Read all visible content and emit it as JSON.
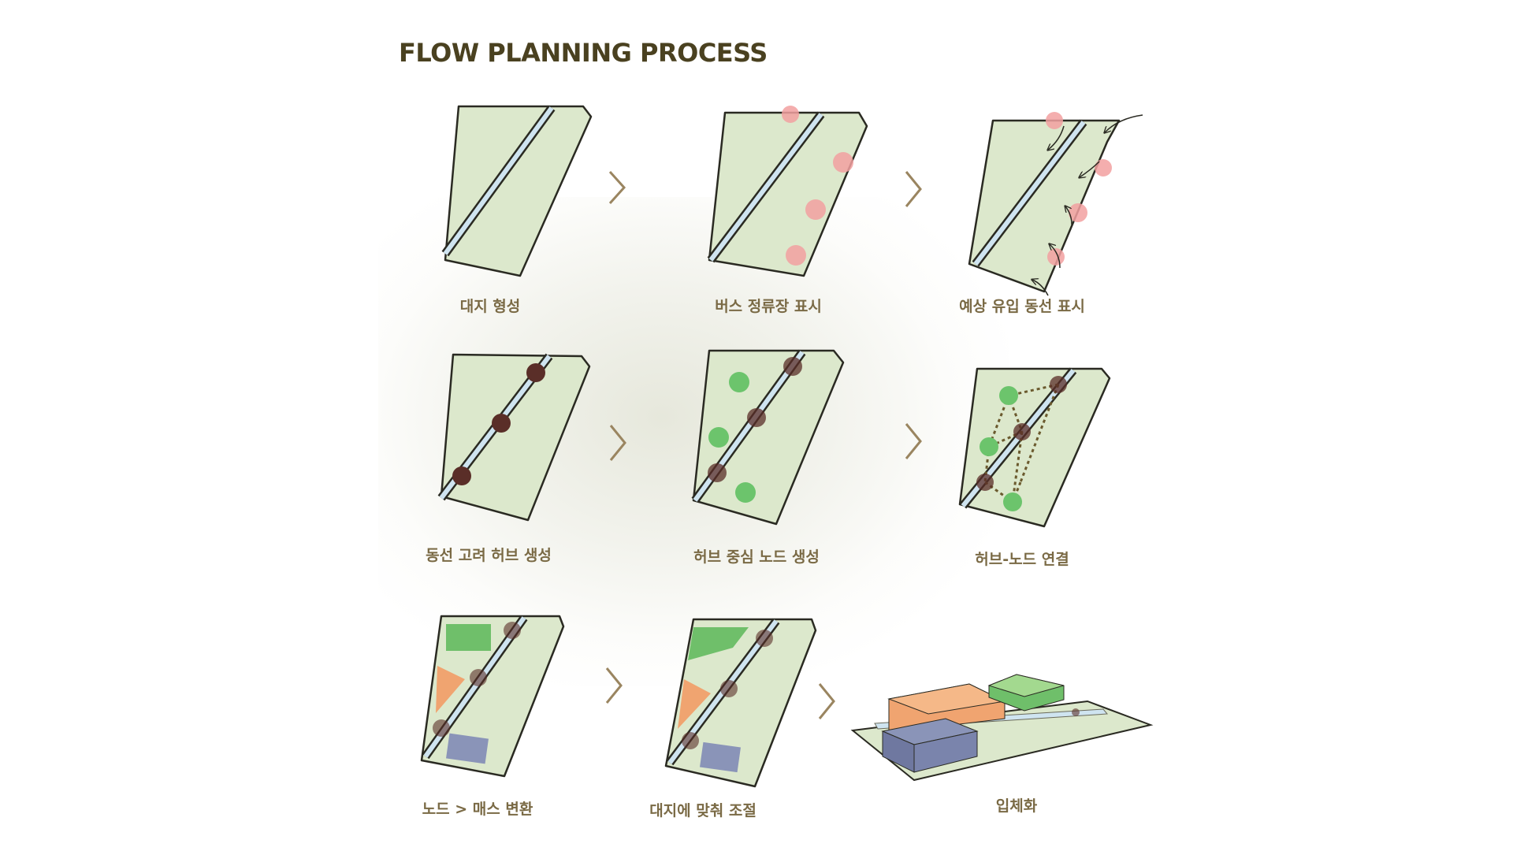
{
  "title": "FLOW PLANNING PROCESS",
  "steps": [
    {
      "label": "대지 형성"
    },
    {
      "label": "버스 정류장 표시"
    },
    {
      "label": "예상 유입 동선 표시"
    },
    {
      "label": "동선 고려 허브 생성"
    },
    {
      "label": "허브 중심 노드 생성"
    },
    {
      "label": "허브-노드 연결"
    },
    {
      "label": "노드 > 매스 변환"
    },
    {
      "label": "대지에 맞춰 조절"
    },
    {
      "label": "입체화"
    }
  ],
  "colors": {
    "site_fill": "#dce8cc",
    "outline": "#2a2a22",
    "road": "#cfe4f0",
    "bus_stop": "#f2a0a0",
    "hub": "#5a2e28",
    "node": "#6cc46c",
    "mass_green": "#6fbf6a",
    "mass_orange": "#f0a470",
    "mass_blue": "#8a94b8",
    "arrow": "#9a8560",
    "title": "#4a4120",
    "caption": "#7a6a45"
  }
}
